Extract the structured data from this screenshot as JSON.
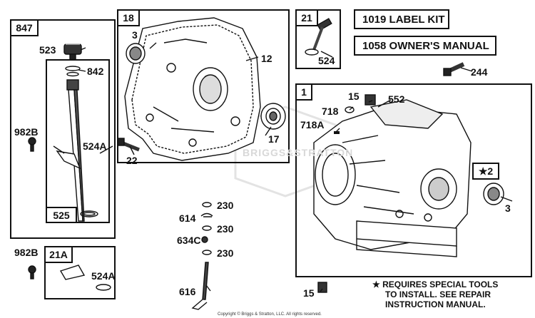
{
  "boxes": {
    "b847": "847",
    "b525": "525",
    "b18": "18",
    "b21": "21",
    "b1": "1",
    "b2": "2",
    "b21a": "21A"
  },
  "kits": {
    "label_kit": "1019 LABEL KIT",
    "owners_manual": "1058 OWNER'S MANUAL"
  },
  "parts": {
    "p523": "523",
    "p842": "842",
    "p982b_top": "982B",
    "p524a_top": "524A",
    "p3_top": "3",
    "p12": "12",
    "p17": "17",
    "p22": "22",
    "p524": "524",
    "p244": "244",
    "p15_top": "15",
    "p552": "552",
    "p718": "718",
    "p718a": "718A",
    "p3_right": "3",
    "p230_a": "230",
    "p614": "614",
    "p230_b": "230",
    "p634c": "634C",
    "p230_c": "230",
    "p616": "616",
    "p982b_bot": "982B",
    "p524a_bot": "524A",
    "p15_bot": "15"
  },
  "note": {
    "star": "★",
    "line1": "REQUIRES SPECIAL TOOLS",
    "line2": "TO INSTALL.  SEE REPAIR",
    "line3": "INSTRUCTION MANUAL."
  },
  "star_prefix": "★",
  "copyright": "Copyright © Briggs & Stratton, LLC. All rights reserved.",
  "watermark": "BRIGGS&STRATTON",
  "colors": {
    "ink": "#111111",
    "watermark": "#d8d8d8"
  }
}
